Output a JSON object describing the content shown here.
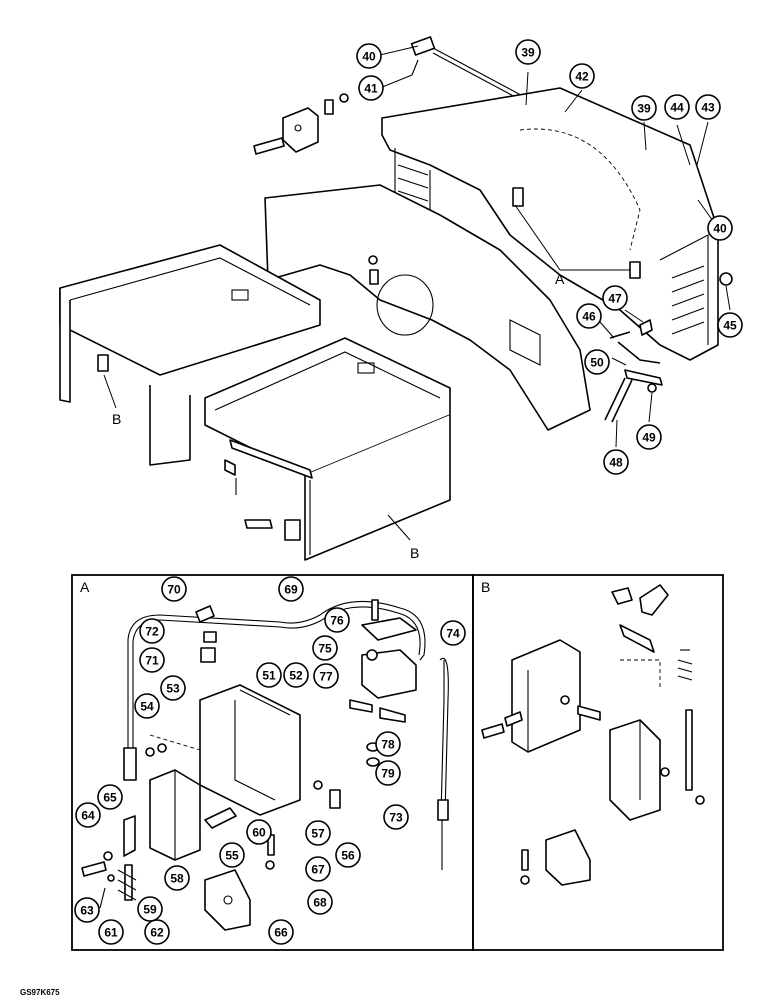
{
  "drawing_code": "GS97K675",
  "inset_labels": {
    "a": "A",
    "b": "B"
  },
  "ref_letters": {
    "a": "A",
    "b": "B"
  },
  "callouts_main": [
    "39",
    "40",
    "41",
    "42",
    "39",
    "44",
    "43",
    "40",
    "45",
    "47",
    "46",
    "50",
    "48",
    "49"
  ],
  "callouts_inset_a": [
    "70",
    "69",
    "72",
    "71",
    "76",
    "75",
    "74",
    "77",
    "51",
    "52",
    "53",
    "54",
    "64",
    "65",
    "60",
    "55",
    "57",
    "56",
    "73",
    "78",
    "79",
    "67",
    "68",
    "58",
    "59",
    "63",
    "61",
    "62",
    "66"
  ]
}
